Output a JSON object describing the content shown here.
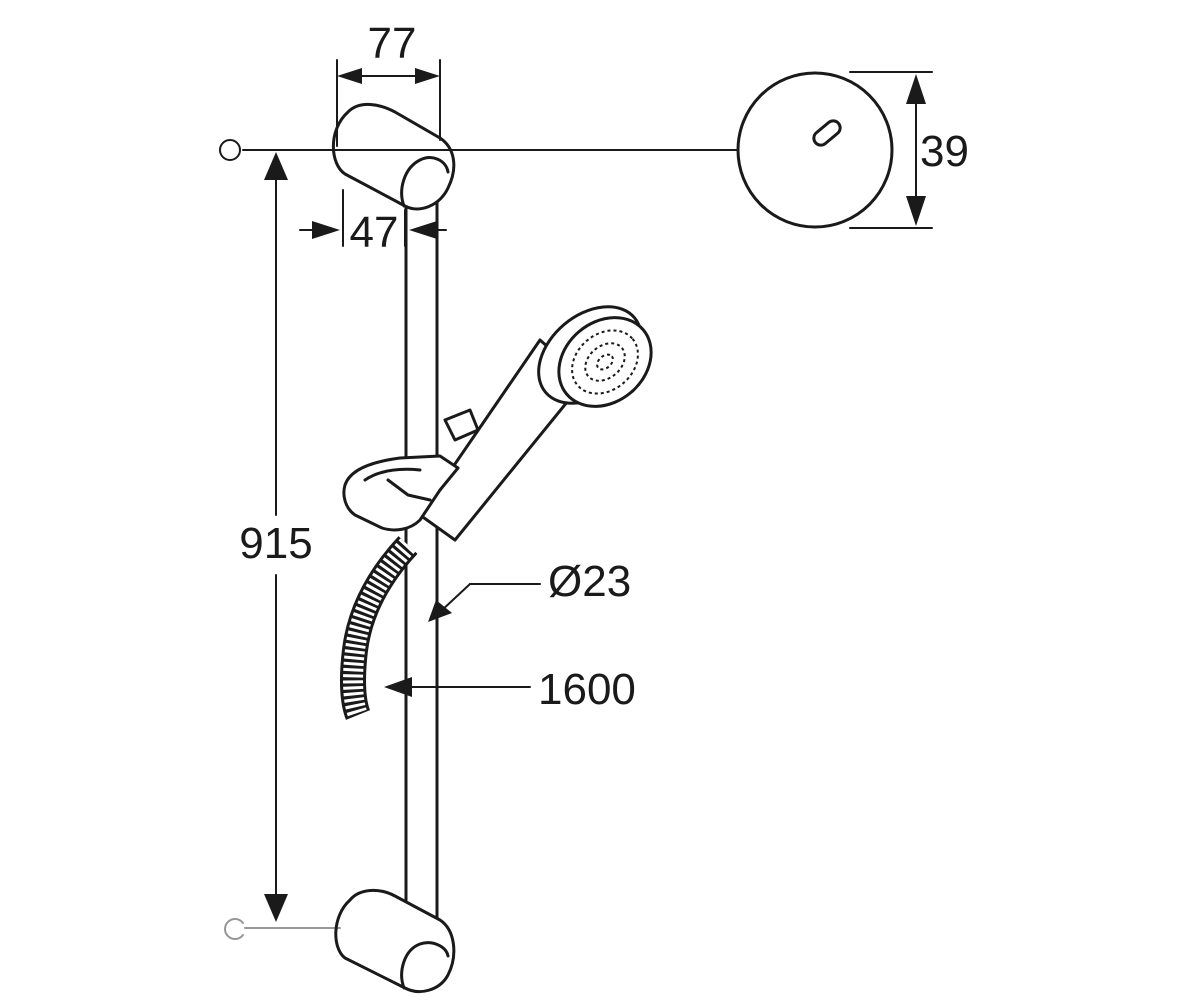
{
  "dimensions": {
    "bracket_width": "77",
    "bracket_depth": "47",
    "wall_plate_diameter": "39",
    "rail_length": "915",
    "rail_diameter": "Ø23",
    "hose_length": "1600"
  }
}
